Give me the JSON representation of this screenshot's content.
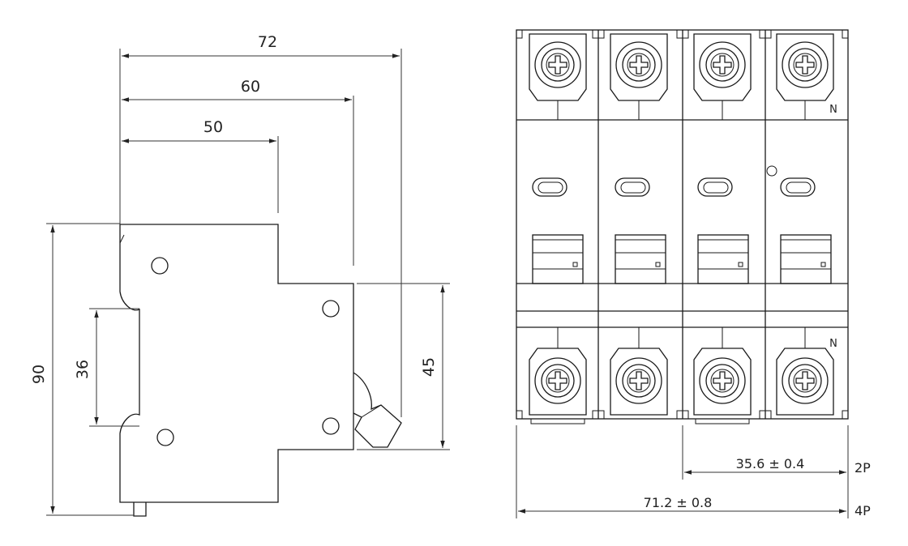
{
  "side_view": {
    "width_72": "72",
    "width_60": "60",
    "width_50": "50",
    "height_90": "90",
    "height_36": "36",
    "height_45": "45"
  },
  "front_view": {
    "neutral_top": "N",
    "neutral_bottom": "N",
    "width_2p": "35.6 ± 0.4",
    "width_4p": "71.2 ± 0.8",
    "label_2p": "2P",
    "label_4p": "4P"
  }
}
